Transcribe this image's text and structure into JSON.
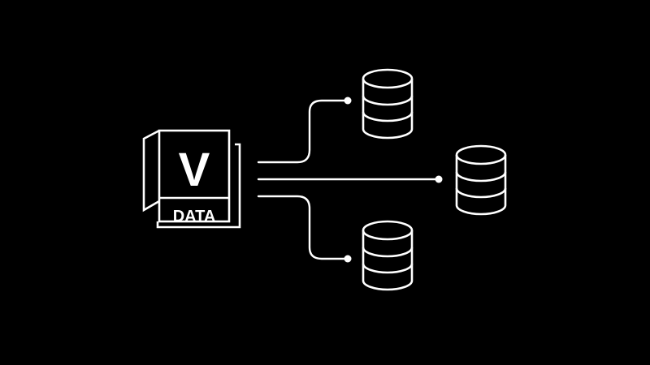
{
  "source": {
    "letter": "V",
    "label": "DATA",
    "icon": "v-data-logo-icon"
  },
  "targets": [
    {
      "icon": "database-icon",
      "position": "top"
    },
    {
      "icon": "database-icon",
      "position": "middle"
    },
    {
      "icon": "database-icon",
      "position": "bottom"
    }
  ],
  "colors": {
    "background": "#000000",
    "stroke": "#ffffff",
    "logo_fill": "#000000"
  }
}
